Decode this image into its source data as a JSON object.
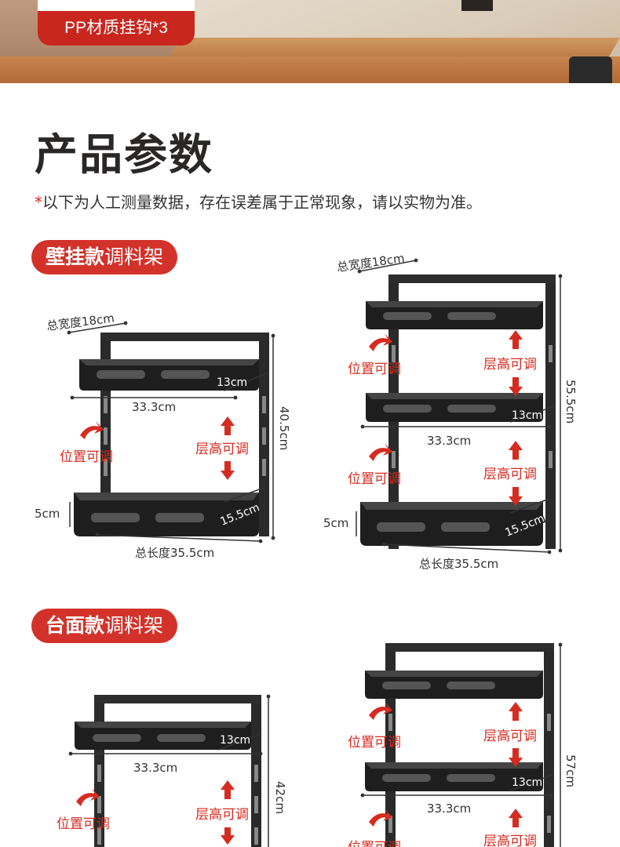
{
  "hero": {
    "pp_badge": "PP材质挂钩*3"
  },
  "section_title": "产品参数",
  "note": {
    "star": "*",
    "text": "以下为人工测量数据，存在误差属于正常现象，请以实物为准。"
  },
  "wall_section": {
    "bold": "壁挂款",
    "rest": "调料架"
  },
  "table_section": {
    "bold": "台面款",
    "rest": "调料架"
  },
  "labels": {
    "total_width": "总宽度18cm",
    "width_333": "33.3cm",
    "depth_13": "13cm",
    "depth_155": "15.5cm",
    "rim_5": "5cm",
    "total_length": "总长度35.5cm",
    "height_405": "40.5cm",
    "height_555": "55.5cm",
    "height_42": "42cm",
    "height_57": "57cm",
    "position_adjust": "位置可调",
    "layer_adjust": "层高可调"
  }
}
